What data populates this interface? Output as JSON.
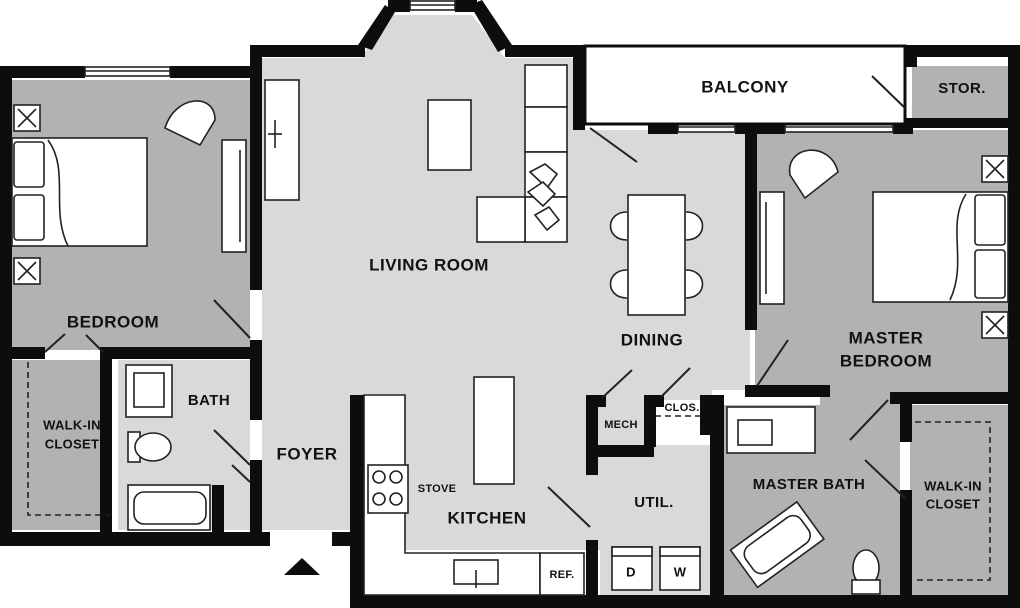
{
  "rooms": {
    "balcony": "BALCONY",
    "storage": "STOR.",
    "living_room": "LIVING ROOM",
    "bedroom": "BEDROOM",
    "bath": "BATH",
    "walk_in_closet_left": [
      "WALK-IN",
      "CLOSET"
    ],
    "foyer": "FOYER",
    "dining": "DINING",
    "master_bedroom": [
      "MASTER",
      "BEDROOM"
    ],
    "mech": "MECH",
    "closet": "CLOS.",
    "kitchen": "KITCHEN",
    "stove": "STOVE",
    "utility": "UTIL.",
    "refrigerator": "REF.",
    "master_bath": "MASTER BATH",
    "walk_in_closet_right": [
      "WALK-IN",
      "CLOSET"
    ]
  },
  "appliances": {
    "dryer": "D",
    "washer": "W"
  },
  "colors": {
    "wall": "#0d0d0d",
    "room_gray": "#b2b2b2",
    "open_light_gray": "#d9d9d9",
    "furniture": "#ffffff"
  }
}
